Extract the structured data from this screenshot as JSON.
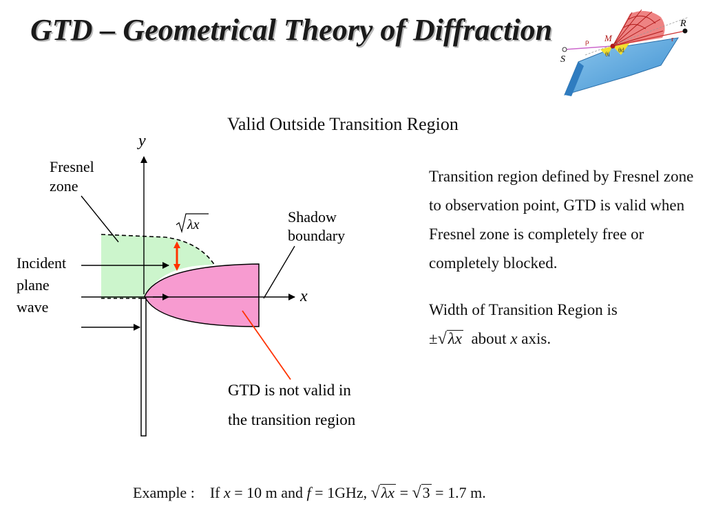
{
  "title": "GTD – Geometrical Theory of Diffraction",
  "diagram_heading": "Valid Outside Transition Region",
  "diagram": {
    "y_axis_label": "y",
    "x_axis_label": "x",
    "fresnel_zone_label_1": "Fresnel",
    "fresnel_zone_label_2": "zone",
    "sqrt_lambda_x": "λx",
    "shadow_boundary_label_1": "Shadow",
    "shadow_boundary_label_2": "boundary",
    "incident_label_1": "Incident",
    "incident_label_2": "plane",
    "incident_label_3": "wave",
    "not_valid_label_1": "GTD is not valid in",
    "not_valid_label_2": "the transition region",
    "colors": {
      "fresnel_zone": "#ccf5cc",
      "transition_region": "#f79bd0",
      "width_arrow": "#ff3300"
    }
  },
  "inset": {
    "source_label": "S",
    "receiver_label": "R",
    "rho_label": "ρ",
    "diffraction_point_label": "M",
    "r_label": "r",
    "theta_i_label": "θi",
    "theta_d_label": "θd"
  },
  "description": {
    "para1": "Transition region defined by Fresnel zone to observation point, GTD is valid when Fresnel zone is completely free or completely blocked.",
    "para2_prefix": "Width of Transition Region is",
    "para2_pm": "±",
    "para2_sqrt": "λx",
    "para2_about": "about",
    "para2_x": "x",
    "para2_axis": "axis."
  },
  "example": {
    "label": "Example :",
    "if": "If",
    "x": "x",
    "eq1": "= 10 m and",
    "f": "f",
    "eq2": "= 1GHz,",
    "sqrt1": "λx",
    "eq3": "=",
    "sqrt2": "3",
    "eq4": "= 1.7 m."
  }
}
